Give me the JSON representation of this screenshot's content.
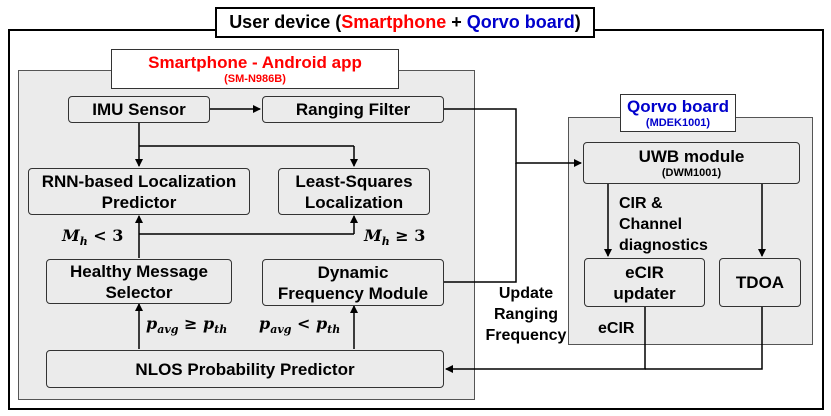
{
  "title": {
    "prefix": "User device (",
    "phone": "Smartphone",
    "plus": " + ",
    "board": "Qorvo board",
    "suffix": ")"
  },
  "smartphone": {
    "label": "Smartphone - Android app",
    "model": "(SM-N986B)"
  },
  "qorvo": {
    "label": "Qorvo board",
    "model": "(MDEK1001)"
  },
  "boxes": {
    "imu": "IMU Sensor",
    "ranging_filter": "Ranging Filter",
    "rnn": [
      "RNN-based Localization",
      "Predictor"
    ],
    "lsq": [
      "Least-Squares",
      "Localization"
    ],
    "healthy": [
      "Healthy Message",
      "Selector"
    ],
    "dynamic": [
      "Dynamic",
      "Frequency Module"
    ],
    "nlos": "NLOS Probability Predictor",
    "uwb": "UWB module",
    "uwb_model": "(DWM1001)",
    "ecir": [
      "eCIR",
      "updater"
    ],
    "tdoa": "TDOA"
  },
  "labels": {
    "cir": [
      "CIR &",
      "Channel",
      "diagnostics"
    ],
    "ecir": "eCIR",
    "update": [
      "Update",
      "Ranging",
      "Frequency"
    ],
    "mh_lt": {
      "sym": "M",
      "sub": "h",
      "rel": " < 3"
    },
    "mh_ge": {
      "sym": "M",
      "sub": "h",
      "rel": " ≥ 3"
    },
    "pavg_ge": {
      "sym": "p",
      "sub": "avg",
      "rel": " ≥ ",
      "sym2": "p",
      "sub2": "th"
    },
    "pavg_lt": {
      "sym": "p",
      "sub": "avg",
      "rel": " < ",
      "sym2": "p",
      "sub2": "th"
    }
  },
  "colors": {
    "phone": "#ff0000",
    "board": "#0000cc",
    "panel": "#ebebeb"
  }
}
